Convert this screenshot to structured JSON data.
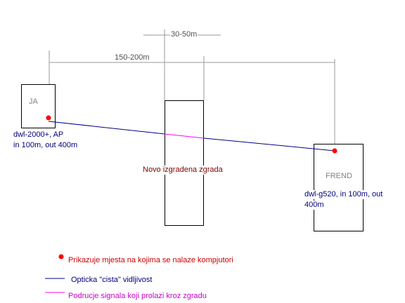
{
  "labels": {
    "dim_short": "30-50m",
    "dim_long": "150-200m",
    "box_left": "JA",
    "box_right": "FREND",
    "building": "Novo izgradena zgrada",
    "left_device_line1": "dwl-2000+, AP",
    "left_device_line2": "in 100m, out 400m",
    "right_device_line1": "dwl-g520, in 100m, out",
    "right_device_line2": "400m"
  },
  "legend": [
    {
      "text": "Prikazuje mjesta na kojima se nalaze kompjutori",
      "icon": "red-dot-icon"
    },
    {
      "text": "Opticka \"cista\" vidljivost",
      "icon": "blue-line-icon"
    },
    {
      "text": "Podrucje signala koji prolazi kroz zgradu",
      "icon": "magenta-line-icon"
    }
  ],
  "colors": {
    "dimension": "#999999",
    "box": "#000000",
    "sight_line": "#000080",
    "through_building": "#ff00ff",
    "computer_dot": "#ff0000",
    "building_text": "#800000",
    "device_text": "#000080",
    "legend_red_text": "#cc0000",
    "legend_blue_text": "#000080",
    "legend_magenta_text": "#cc00cc",
    "box_label": "#808080"
  }
}
